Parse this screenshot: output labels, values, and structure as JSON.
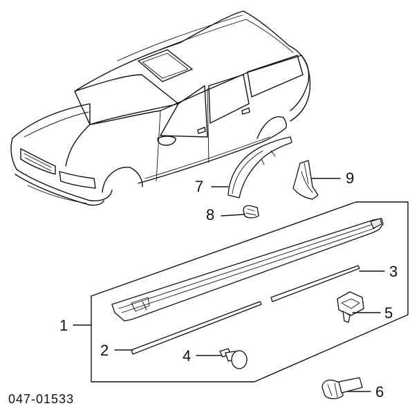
{
  "diagram": {
    "part_number": "047-01533",
    "callouts": [
      {
        "id": "1",
        "label": "1"
      },
      {
        "id": "2",
        "label": "2"
      },
      {
        "id": "3",
        "label": "3"
      },
      {
        "id": "4",
        "label": "4"
      },
      {
        "id": "5",
        "label": "5"
      },
      {
        "id": "6",
        "label": "6"
      },
      {
        "id": "7",
        "label": "7"
      },
      {
        "id": "8",
        "label": "8"
      },
      {
        "id": "9",
        "label": "9"
      }
    ]
  }
}
